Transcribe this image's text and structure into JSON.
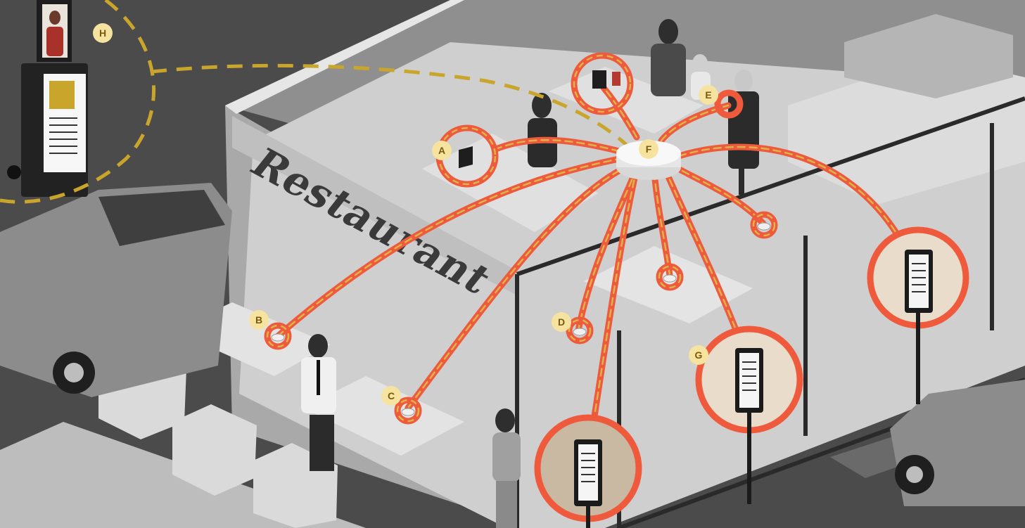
{
  "sign": {
    "text": "Restaurant"
  },
  "callouts": {
    "A": "A",
    "B": "B",
    "C": "C",
    "D": "D",
    "E": "E",
    "F": "F",
    "G": "G",
    "H": "H"
  },
  "colors": {
    "network_line": "#ef5a3c",
    "network_dash": "#d9b44a",
    "external_link": "#c9a52c",
    "badge_fill": "#f6e3a0",
    "badge_text": "#7a5a10",
    "ground": "#4a4a4a",
    "building_light": "#c9c9c9"
  },
  "icons": {
    "hub": "access-point-icon",
    "node": "sensor-node-icon",
    "display": "digital-menu-display-icon",
    "kiosk": "drive-thru-kiosk-icon"
  }
}
